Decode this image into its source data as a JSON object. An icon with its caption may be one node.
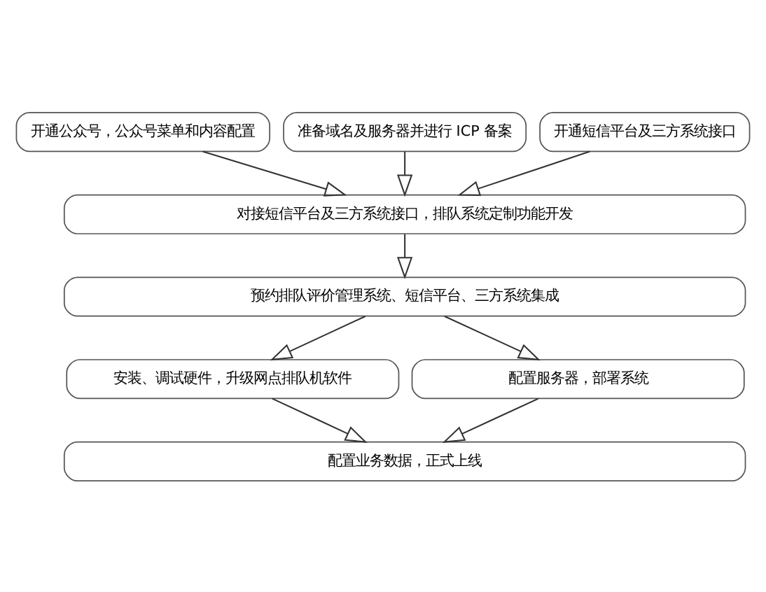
{
  "diagram": {
    "nodes": [
      {
        "text": [
          "开通公众号，公众号菜单和内容配置"
        ]
      },
      {
        "text": [
          "准备域名及服务器并进行 ICP 备案"
        ]
      },
      {
        "text": [
          "开通短信平台及三方系统接口"
        ]
      },
      {
        "text": [
          "对接短信平台及三方系统接口，排队系统定制功能开发"
        ]
      },
      {
        "text": [
          "预约排队评价管理系统、短信平台、三方系统集成"
        ]
      },
      {
        "text": [
          "安装、调试硬件，升级网点排队机软件"
        ]
      },
      {
        "text": [
          "配置服务器，部署系统"
        ]
      },
      {
        "text": [
          "配置业务数据，正式上线"
        ]
      }
    ],
    "edges": [
      {
        "from": 0,
        "to": 3,
        "arrow": "to"
      },
      {
        "from": 1,
        "to": 3,
        "arrow": "to"
      },
      {
        "from": 2,
        "to": 3,
        "arrow": "to"
      },
      {
        "from": 3,
        "to": 4,
        "arrow": "to"
      },
      {
        "from": 4,
        "to": 5,
        "arrow": "to"
      },
      {
        "from": 4,
        "to": 6,
        "arrow": "to"
      },
      {
        "from": 5,
        "to": 7,
        "arrow": "to"
      },
      {
        "from": 6,
        "to": 7,
        "arrow": "to"
      }
    ]
  }
}
